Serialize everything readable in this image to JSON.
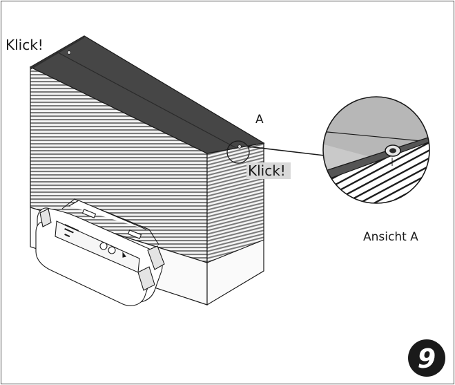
{
  "labels": {
    "klick_top": "Klick!",
    "klick_side": "Klick!",
    "view_marker": "A",
    "view_caption": "Ansicht A"
  },
  "step": {
    "number": "9"
  },
  "colors": {
    "lid": "#454545",
    "ribs": "#8a8a8a",
    "outline": "#1a1a1a",
    "step_badge": "#1a1a1a"
  }
}
